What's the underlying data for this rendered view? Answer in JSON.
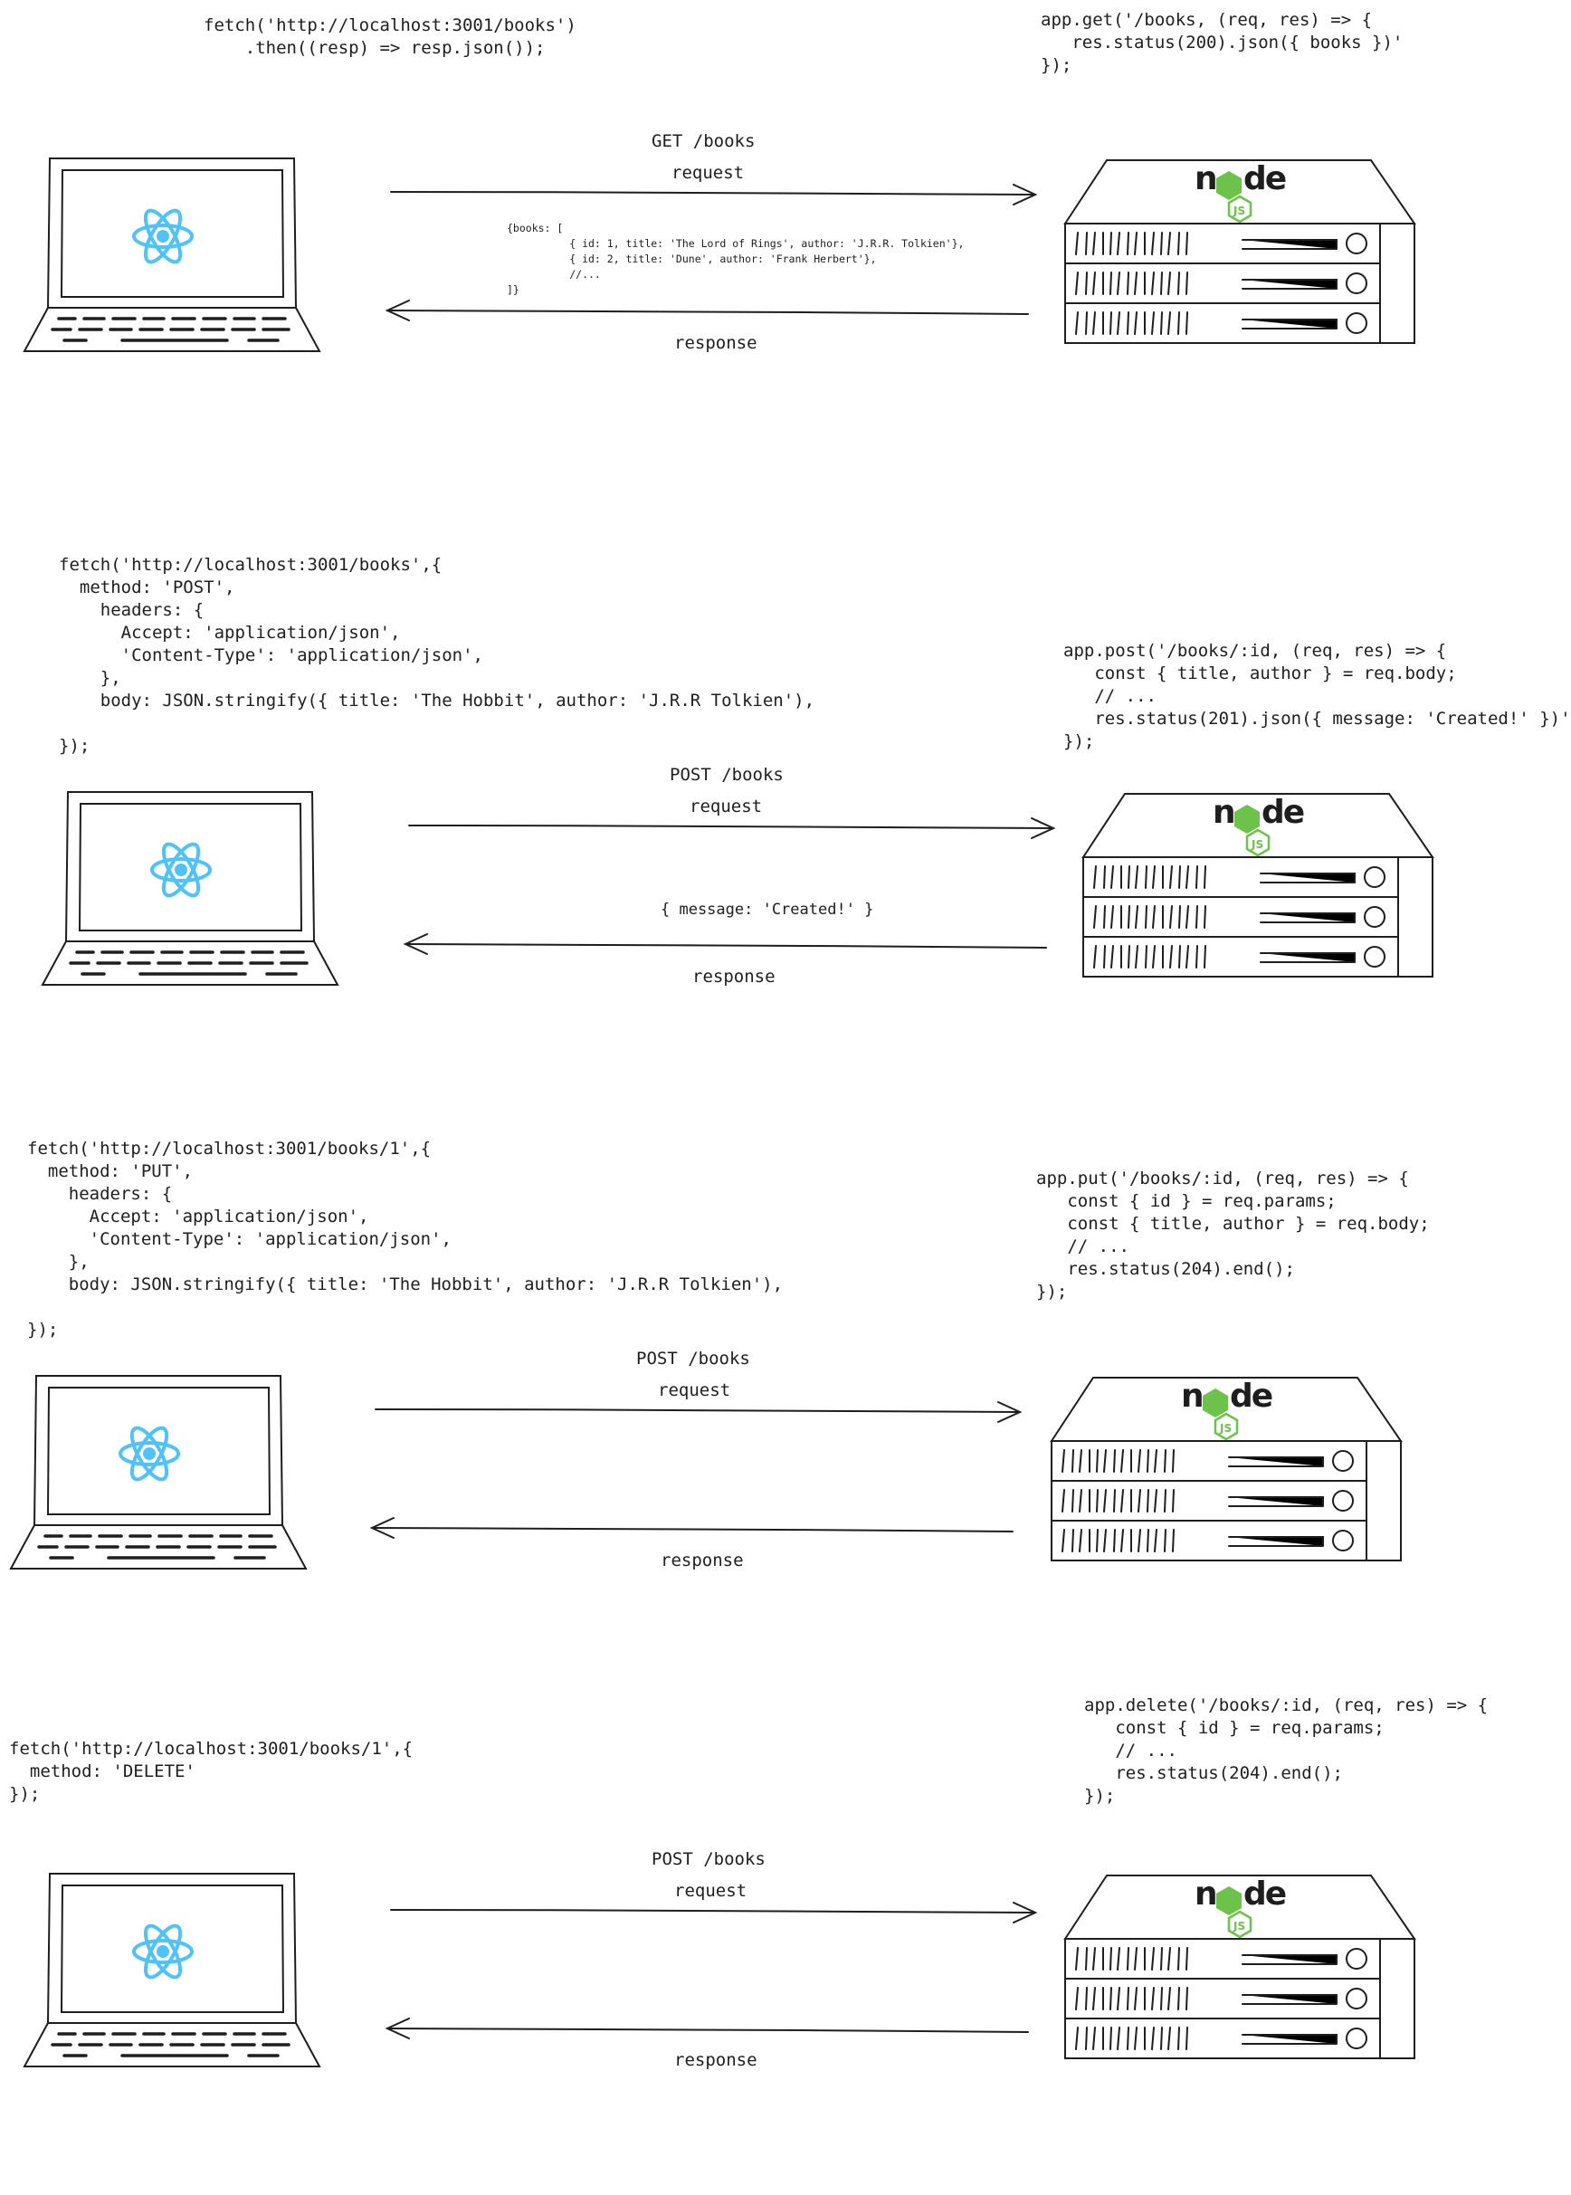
{
  "colors": {
    "ink": "#1e1e1e",
    "react": "#4fc3f7",
    "node_green": "#6cc24a",
    "node_dark": "#1e1e1e"
  },
  "icons": {
    "client": "laptop-icon",
    "client_logo": "react-logo-icon",
    "server": "server-rack-icon",
    "server_logo": "nodejs-logo-icon"
  },
  "sections": [
    {
      "client_code": "fetch('http://localhost:3001/books')\n    .then((resp) => resp.json());",
      "server_code": "app.get('/books, (req, res) => {\n   res.status(200).json({ books })'\n});",
      "method_label": "GET /books",
      "request_label": "request",
      "response_label": "response",
      "response_body": "{books: [\n          { id: 1, title: 'The Lord of Rings', author: 'J.R.R. Tolkien'},\n          { id: 2, title: 'Dune', author: 'Frank Herbert'},\n          //...\n]}"
    },
    {
      "client_code": "fetch('http://localhost:3001/books',{\n  method: 'POST',\n    headers: {\n      Accept: 'application/json',\n      'Content-Type': 'application/json',\n    },\n    body: JSON.stringify({ title: 'The Hobbit', author: 'J.R.R Tolkien'),\n\n});",
      "server_code": "app.post('/books/:id, (req, res) => {\n   const { title, author } = req.body;\n   // ...\n   res.status(201).json({ message: 'Created!' })'\n});",
      "method_label": "POST /books",
      "request_label": "request",
      "response_label": "response",
      "response_body": "{ message: 'Created!' }"
    },
    {
      "client_code": "fetch('http://localhost:3001/books/1',{\n  method: 'PUT',\n    headers: {\n      Accept: 'application/json',\n      'Content-Type': 'application/json',\n    },\n    body: JSON.stringify({ title: 'The Hobbit', author: 'J.R.R Tolkien'),\n\n});",
      "server_code": "app.put('/books/:id, (req, res) => {\n   const { id } = req.params;\n   const { title, author } = req.body;\n   // ...\n   res.status(204).end();\n});",
      "method_label": "POST /books",
      "request_label": "request",
      "response_label": "response",
      "response_body": ""
    },
    {
      "client_code": "fetch('http://localhost:3001/books/1',{\n  method: 'DELETE'\n});",
      "server_code": "app.delete('/books/:id, (req, res) => {\n   const { id } = req.params;\n   // ...\n   res.status(204).end();\n});",
      "method_label": "POST /books",
      "request_label": "request",
      "response_label": "response",
      "response_body": ""
    }
  ]
}
